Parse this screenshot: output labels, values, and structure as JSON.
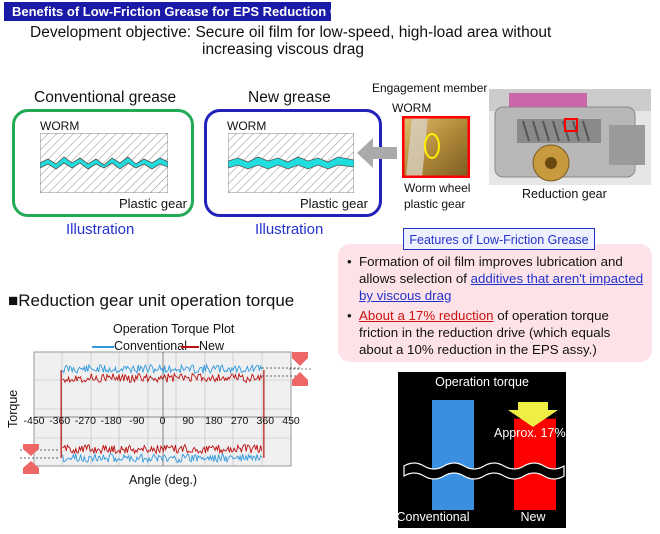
{
  "title": "Benefits of Low-Friction Grease for EPS Reduction Gear",
  "objective": {
    "label": "Development objective:",
    "line1": "Secure oil film for low-speed, high-load area without",
    "line2": "increasing viscous drag"
  },
  "illustration": {
    "conventional_title": "Conventional grease",
    "new_title": "New grease",
    "worm_label": "WORM",
    "plastic_gear_label": "Plastic gear",
    "caption": "Illustration",
    "colors": {
      "conventional": "#22aa55",
      "new": "#2222bb",
      "oil": "#22dddd"
    }
  },
  "photos": {
    "engagement_label": "Engagement member",
    "worm_label": "WORM",
    "worm_wheel_line1": "Worm wheel",
    "worm_wheel_line2": "plastic gear",
    "reduction_gear_label": "Reduction gear"
  },
  "features": {
    "title": "Features of Low-Friction Grease",
    "b1_pre": "Formation of oil film improves lubrication and allows selection of ",
    "b1_link": "additives that aren't impacted by viscous drag",
    "b2_link": "About a 17% reduction",
    "b2_post": " of operation torque friction in the reduction drive (which equals about a 10% reduction in the EPS assy.)"
  },
  "section": {
    "square": "■",
    "heading": "Reduction gear unit operation torque"
  },
  "torque_plot": {
    "title": "Operation Torque Plot",
    "legend": [
      {
        "name": "Conventional",
        "color": "#3399dd"
      },
      {
        "name": "New",
        "color": "#bb1111"
      }
    ],
    "ylabel": "Torque",
    "xlabel": "Angle (deg.)",
    "xticks": [
      "-450",
      "-360",
      "-270",
      "-180",
      "-90",
      "0",
      "90",
      "180",
      "270",
      "360",
      "450"
    ],
    "xlim": [
      -450,
      450
    ]
  },
  "chart_data": {
    "type": "bar",
    "title": "Operation torque",
    "categories": [
      "Conventional",
      "New"
    ],
    "values": [
      100,
      83
    ],
    "annotation": "Approx. 17%",
    "colors": [
      "#3a8fe0",
      "#ff0000"
    ]
  }
}
